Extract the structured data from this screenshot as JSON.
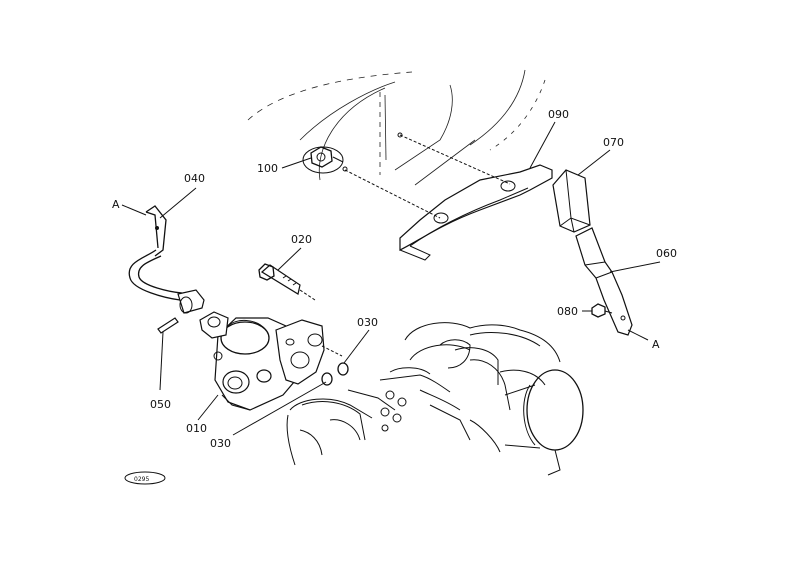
{
  "diagram": {
    "parts": [
      {
        "id": "p010",
        "label": "010"
      },
      {
        "id": "p020",
        "label": "020"
      },
      {
        "id": "p030a",
        "label": "030"
      },
      {
        "id": "p030b",
        "label": "030"
      },
      {
        "id": "p040",
        "label": "040"
      },
      {
        "id": "p050",
        "label": "050"
      },
      {
        "id": "p060",
        "label": "060"
      },
      {
        "id": "p070",
        "label": "070"
      },
      {
        "id": "p080",
        "label": "080"
      },
      {
        "id": "p090",
        "label": "090"
      },
      {
        "id": "p100",
        "label": "100"
      }
    ],
    "reference_marks": {
      "left": "A",
      "right": "A"
    },
    "stamp_text": "0295"
  }
}
